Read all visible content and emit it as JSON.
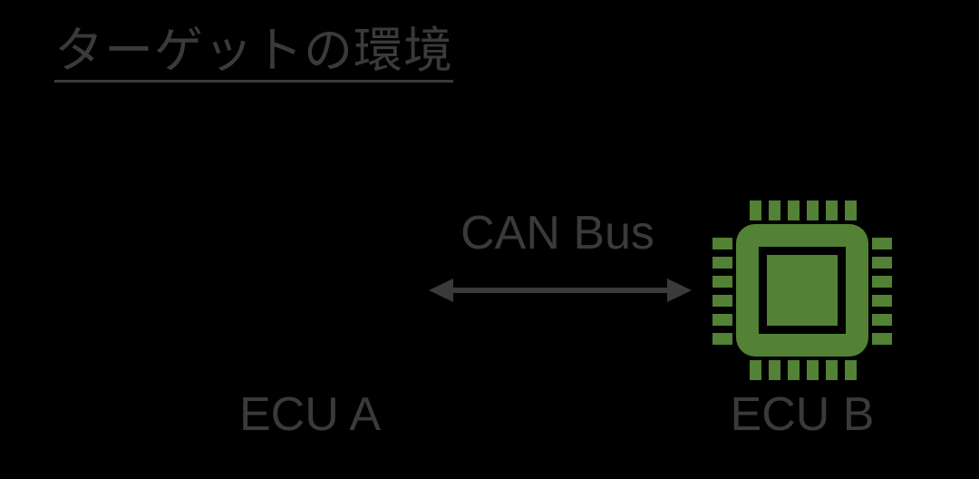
{
  "title": {
    "text": "ターゲットの環境"
  },
  "diagram": {
    "bus": {
      "label": "CAN Bus",
      "arrow_style": "double-headed"
    },
    "nodes": [
      {
        "label": "ECU A"
      },
      {
        "label": "ECU B",
        "icon": "microchip-icon"
      }
    ]
  },
  "colors": {
    "background": "#000000",
    "text": "#3a3a3a",
    "underline": "#3a3a3a",
    "arrow": "#3a3a3a",
    "chip_green": "#538135",
    "chip_detail": "#000000"
  }
}
